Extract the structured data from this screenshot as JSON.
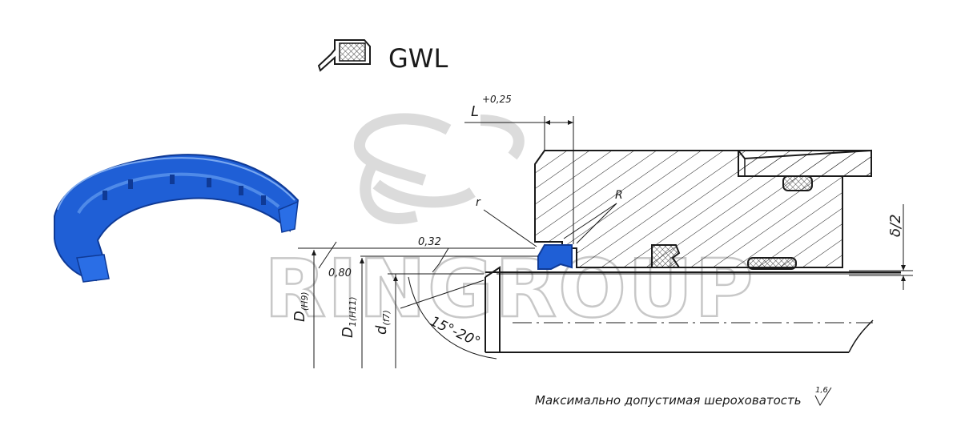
{
  "title": "GWL",
  "dimensions": {
    "L": "L",
    "L_tol": "+0,25",
    "r": "r",
    "R": "R",
    "delta": "δ/2",
    "rough_032": "0,32",
    "rough_080": "0,80",
    "D": "D",
    "D_sub": "(H9)",
    "D1": "D",
    "D1_sub": "1(H11)",
    "d": "d",
    "d_sub": "(f7)",
    "angle": "15°-20°"
  },
  "note": {
    "text": "Максимально допустимая шероховатость",
    "value": "1,6"
  },
  "watermark": "RINGROUP",
  "colors": {
    "seal": "#1f5fd6",
    "seal_dark": "#0f3a96",
    "seal_light": "#4f8ae8",
    "line": "#1a1a1a",
    "watermark": "#c8c8c8"
  }
}
